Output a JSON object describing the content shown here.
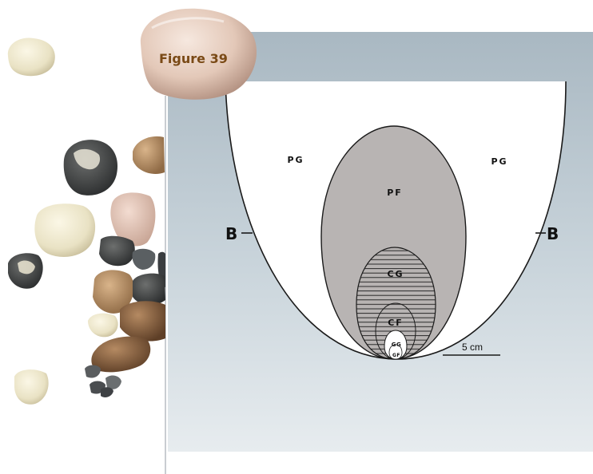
{
  "figure": {
    "label": "Figure 39"
  },
  "diagram": {
    "zones": {
      "pg_left": "PG",
      "pg_right": "PG",
      "pf": "PF",
      "cg": "CG",
      "cf": "CF",
      "gg": "GG",
      "gf": "GF"
    },
    "section_left": "B",
    "section_right": "B",
    "scale_bar": "5 cm"
  },
  "colors": {
    "panel_top": "#a9b8c2",
    "pf_fill": "#b8b4b3",
    "outline": "#1a1a1a"
  },
  "icons": [
    "pebble-icon"
  ]
}
